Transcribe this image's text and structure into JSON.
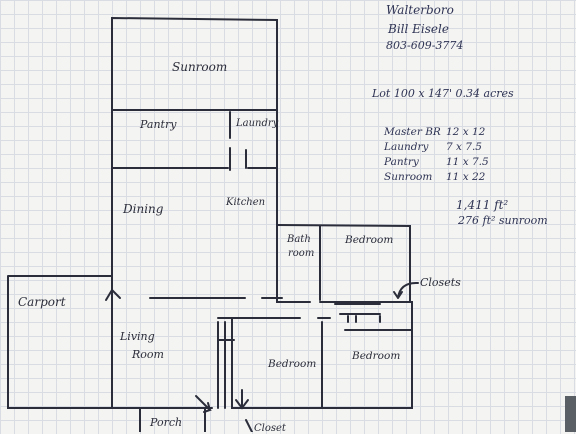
{
  "header": {
    "city": "Walterboro",
    "name": "Bill Eisele",
    "phone": "803-609-3774"
  },
  "lot": "Lot 100 x 147'  0.34 acres",
  "dimensions": [
    {
      "room": "Master BR",
      "size": "12 x 12"
    },
    {
      "room": "Laundry",
      "size": "7 x 7.5"
    },
    {
      "room": "Pantry",
      "size": "11 x 7.5"
    },
    {
      "room": "Sunroom",
      "size": "11 x 22"
    }
  ],
  "area": {
    "total": "1,411 ft²",
    "sunroom": "276 ft² sunroom"
  },
  "rooms": {
    "sunroom": "Sunroom",
    "pantry": "Pantry",
    "laundry": "Laundry",
    "dining": "Dining",
    "kitchen": "Kitchen",
    "bath_1": "Bath",
    "bath_2": "room",
    "bedroom_top": "Bedroom",
    "bedroom_right": "Bedroom",
    "bedroom_center": "Bedroom",
    "carport": "Carport",
    "living_1": "Living",
    "living_2": "Room",
    "porch": "Porch",
    "closets": "Closets",
    "closet": "Closet"
  },
  "colors": {
    "ink": "#2b2d3a",
    "grid": "#d9dde3",
    "paper": "#f4f4f2"
  }
}
